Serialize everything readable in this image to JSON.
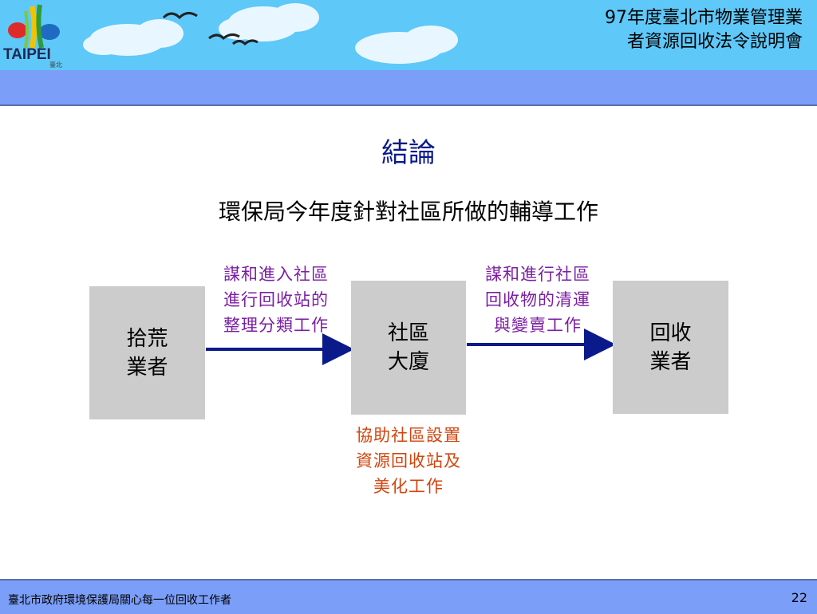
{
  "header": {
    "title_lines": [
      "97年度臺北市物業管理業",
      "者資源回收法令說明會"
    ],
    "logo_text": "TAIPEI",
    "logo_subtext": "臺北",
    "colors": {
      "sky": "#5ec8f8",
      "band": "#7b9ef8"
    }
  },
  "slide": {
    "title": "結論",
    "subtitle": "環保局今年度針對社區所做的輔導工作"
  },
  "diagram": {
    "nodes": [
      {
        "lines": [
          "拾荒",
          "業者"
        ]
      },
      {
        "lines": [
          "社區",
          "大廈"
        ]
      },
      {
        "lines": [
          "回收",
          "業者"
        ]
      }
    ],
    "notes": [
      {
        "lines": [
          "謀和進入社區",
          "進行回收站的",
          "整理分類工作"
        ],
        "color": "#7b1fa2"
      },
      {
        "lines": [
          "謀和進行社區",
          "回收物的清運",
          "與變賣工作"
        ],
        "color": "#7b1fa2"
      },
      {
        "lines": [
          "協助社區設置",
          "資源回收站及",
          "美化工作"
        ],
        "color": "#d2450e"
      }
    ],
    "arrow_color": "#0a1a8a"
  },
  "footer": {
    "text": "臺北市政府環境保護局關心每一位回收工作者",
    "page_number": "22"
  }
}
